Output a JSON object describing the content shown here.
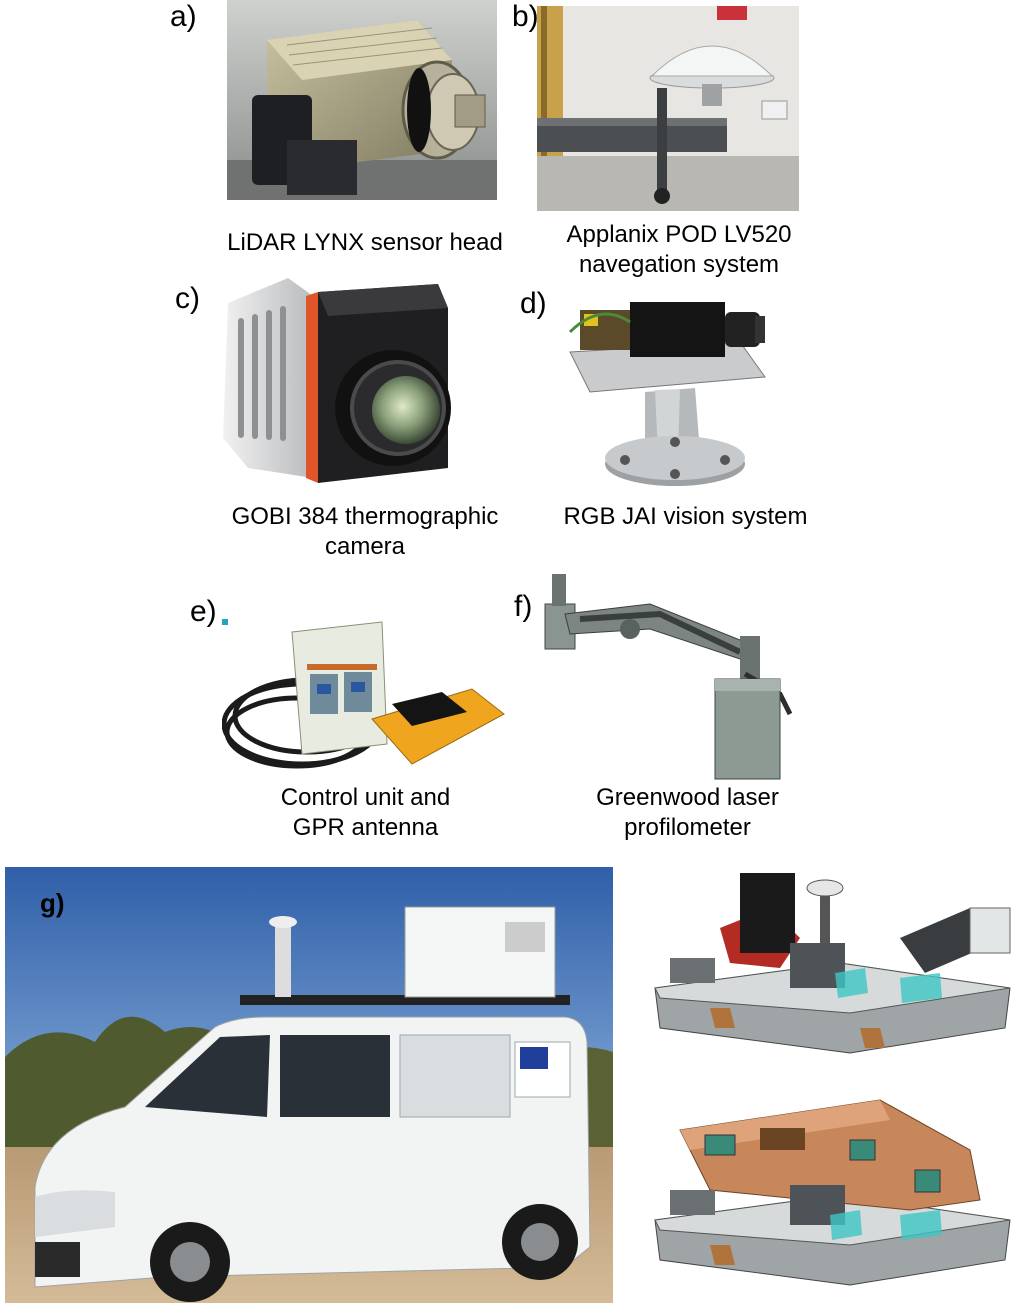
{
  "panels": {
    "a": {
      "letter": "a)",
      "caption_lines": [
        "LiDAR LYNX sensor head"
      ]
    },
    "b": {
      "letter": "b)",
      "caption_lines": [
        "Applanix POD LV520",
        "navegation system"
      ]
    },
    "c": {
      "letter": "c)",
      "caption_lines": [
        "GOBI 384 thermographic",
        "camera"
      ]
    },
    "d": {
      "letter": "d)",
      "caption_lines": [
        "RGB JAI vision system"
      ]
    },
    "e": {
      "letter": "e)",
      "caption_lines": [
        "Control unit and",
        "GPR antenna"
      ]
    },
    "f": {
      "letter": "f)",
      "caption_lines": [
        "Greenwood laser",
        "profilometer"
      ]
    },
    "g": {
      "letter": "g)"
    }
  },
  "colors": {
    "sky": "#2f5fa8",
    "ground": "#b89a74",
    "van_white": "#f2f3f3",
    "thermal_orange": "#e0562a",
    "gpr_orange": "#f0a51e",
    "housing_brown": "#c8875a",
    "mount_red": "#b32b22",
    "glass_cyan": "#3fc6c6"
  },
  "icons": {
    "a": "lidar-sensor-head-image",
    "b": "gnss-antenna-image",
    "c": "thermal-camera-image",
    "d": "rgb-camera-image",
    "e": "gpr-antenna-image",
    "f": "laser-profilometer-image",
    "g": "survey-van-image"
  }
}
